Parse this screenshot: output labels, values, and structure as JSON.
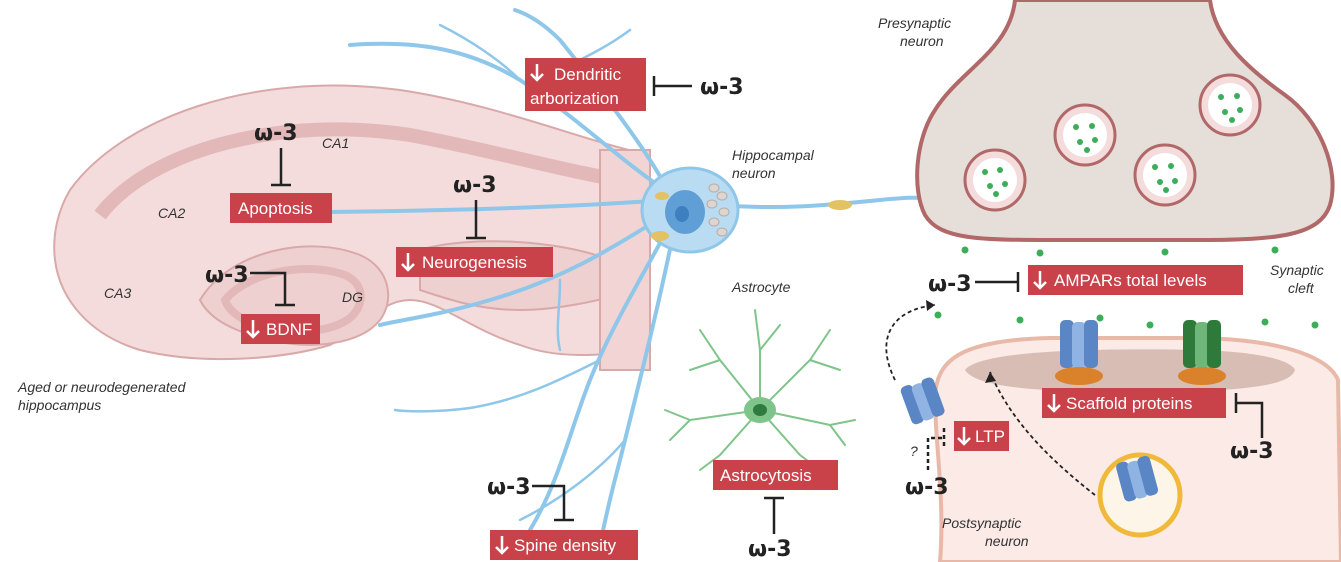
{
  "labels": {
    "dendritic_line1": "Dendritic",
    "dendritic_line2": "arborization",
    "apoptosis": "Apoptosis",
    "neurogenesis": "Neurogenesis",
    "bdnf": "BDNF",
    "spine_density": "Spine density",
    "astrocytosis": "Astrocytosis",
    "ampars": "AMPARs total levels",
    "scaffold": "Scaffold proteins",
    "ltp": "LTP"
  },
  "omega": "ω-3",
  "question_mark": "?",
  "regions": {
    "ca1": "CA1",
    "ca2": "CA2",
    "ca3": "CA3",
    "dg": "DG"
  },
  "captions": {
    "aged_line1": "Aged or neurodegenerated",
    "aged_line2": "hippocampus",
    "hippo_neuron_line1": "Hippocampal",
    "hippo_neuron_line2": "neuron",
    "presynaptic_line1": "Presynaptic",
    "presynaptic_line2": "neuron",
    "postsynaptic_line1": "Postsynaptic",
    "postsynaptic_line2": "neuron",
    "astrocyte": "Astrocyte",
    "synaptic_line1": "Synaptic",
    "synaptic_line2": "cleft"
  },
  "colors": {
    "label_box": "#c9424a",
    "neuron_blue": "#8ec7ea",
    "astrocyte_green": "#7fc48a",
    "hippocampus_pink": "#f4dcdc",
    "presynaptic_fill": "#e6ded8",
    "vesicle_dots": "#3cae5a"
  }
}
